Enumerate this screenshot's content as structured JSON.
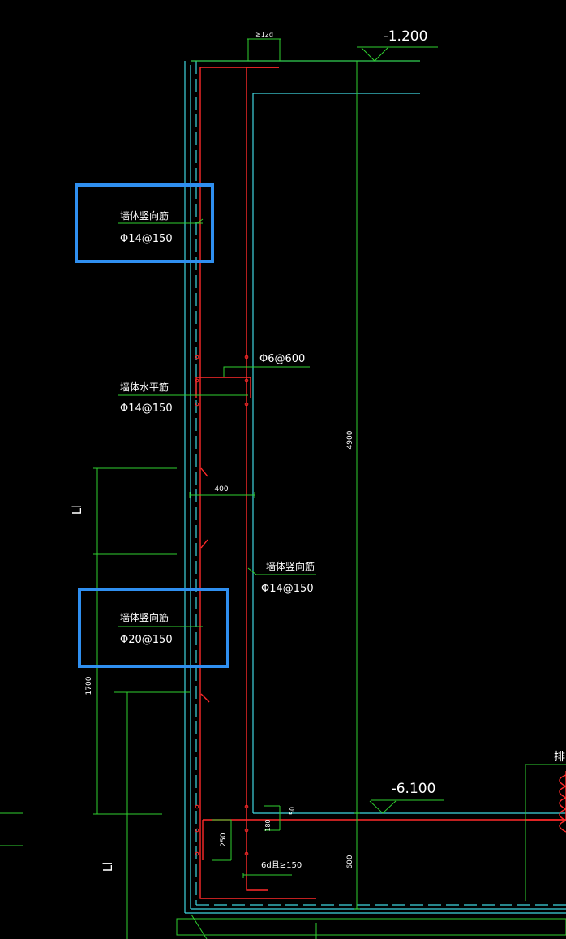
{
  "colors": {
    "background": "#000000",
    "dimension": "#2fd02f",
    "rebar": "#ff2a2a",
    "concrete": "#3fd6df",
    "text": "#ffffff",
    "highlight": "#2f8ff0"
  },
  "elevations": {
    "top": "-1.200",
    "bottom": "-6.100"
  },
  "dimensions": {
    "anchor_top": "≥12d",
    "wall_thickness": "400",
    "total_height": "4900",
    "lap_length": "1700",
    "base_thickness": "600",
    "cover_250": "250",
    "cover_180": "180",
    "cover_50": "50",
    "lap_label_1": "Ll",
    "lap_label_2": "Ll"
  },
  "annotations": {
    "tie": "Φ6@600",
    "horizontal_title": "墙体水平筋",
    "horizontal_spec": "Φ14@150",
    "inner_title": "墙体竖向筋",
    "inner_spec": "Φ14@150",
    "hook": "6d且≥150",
    "edge_text": "排"
  },
  "highlights": [
    {
      "title": "墙体竖向筋",
      "spec": "Φ14@150"
    },
    {
      "title": "墙体竖向筋",
      "spec": "Φ20@150"
    }
  ]
}
